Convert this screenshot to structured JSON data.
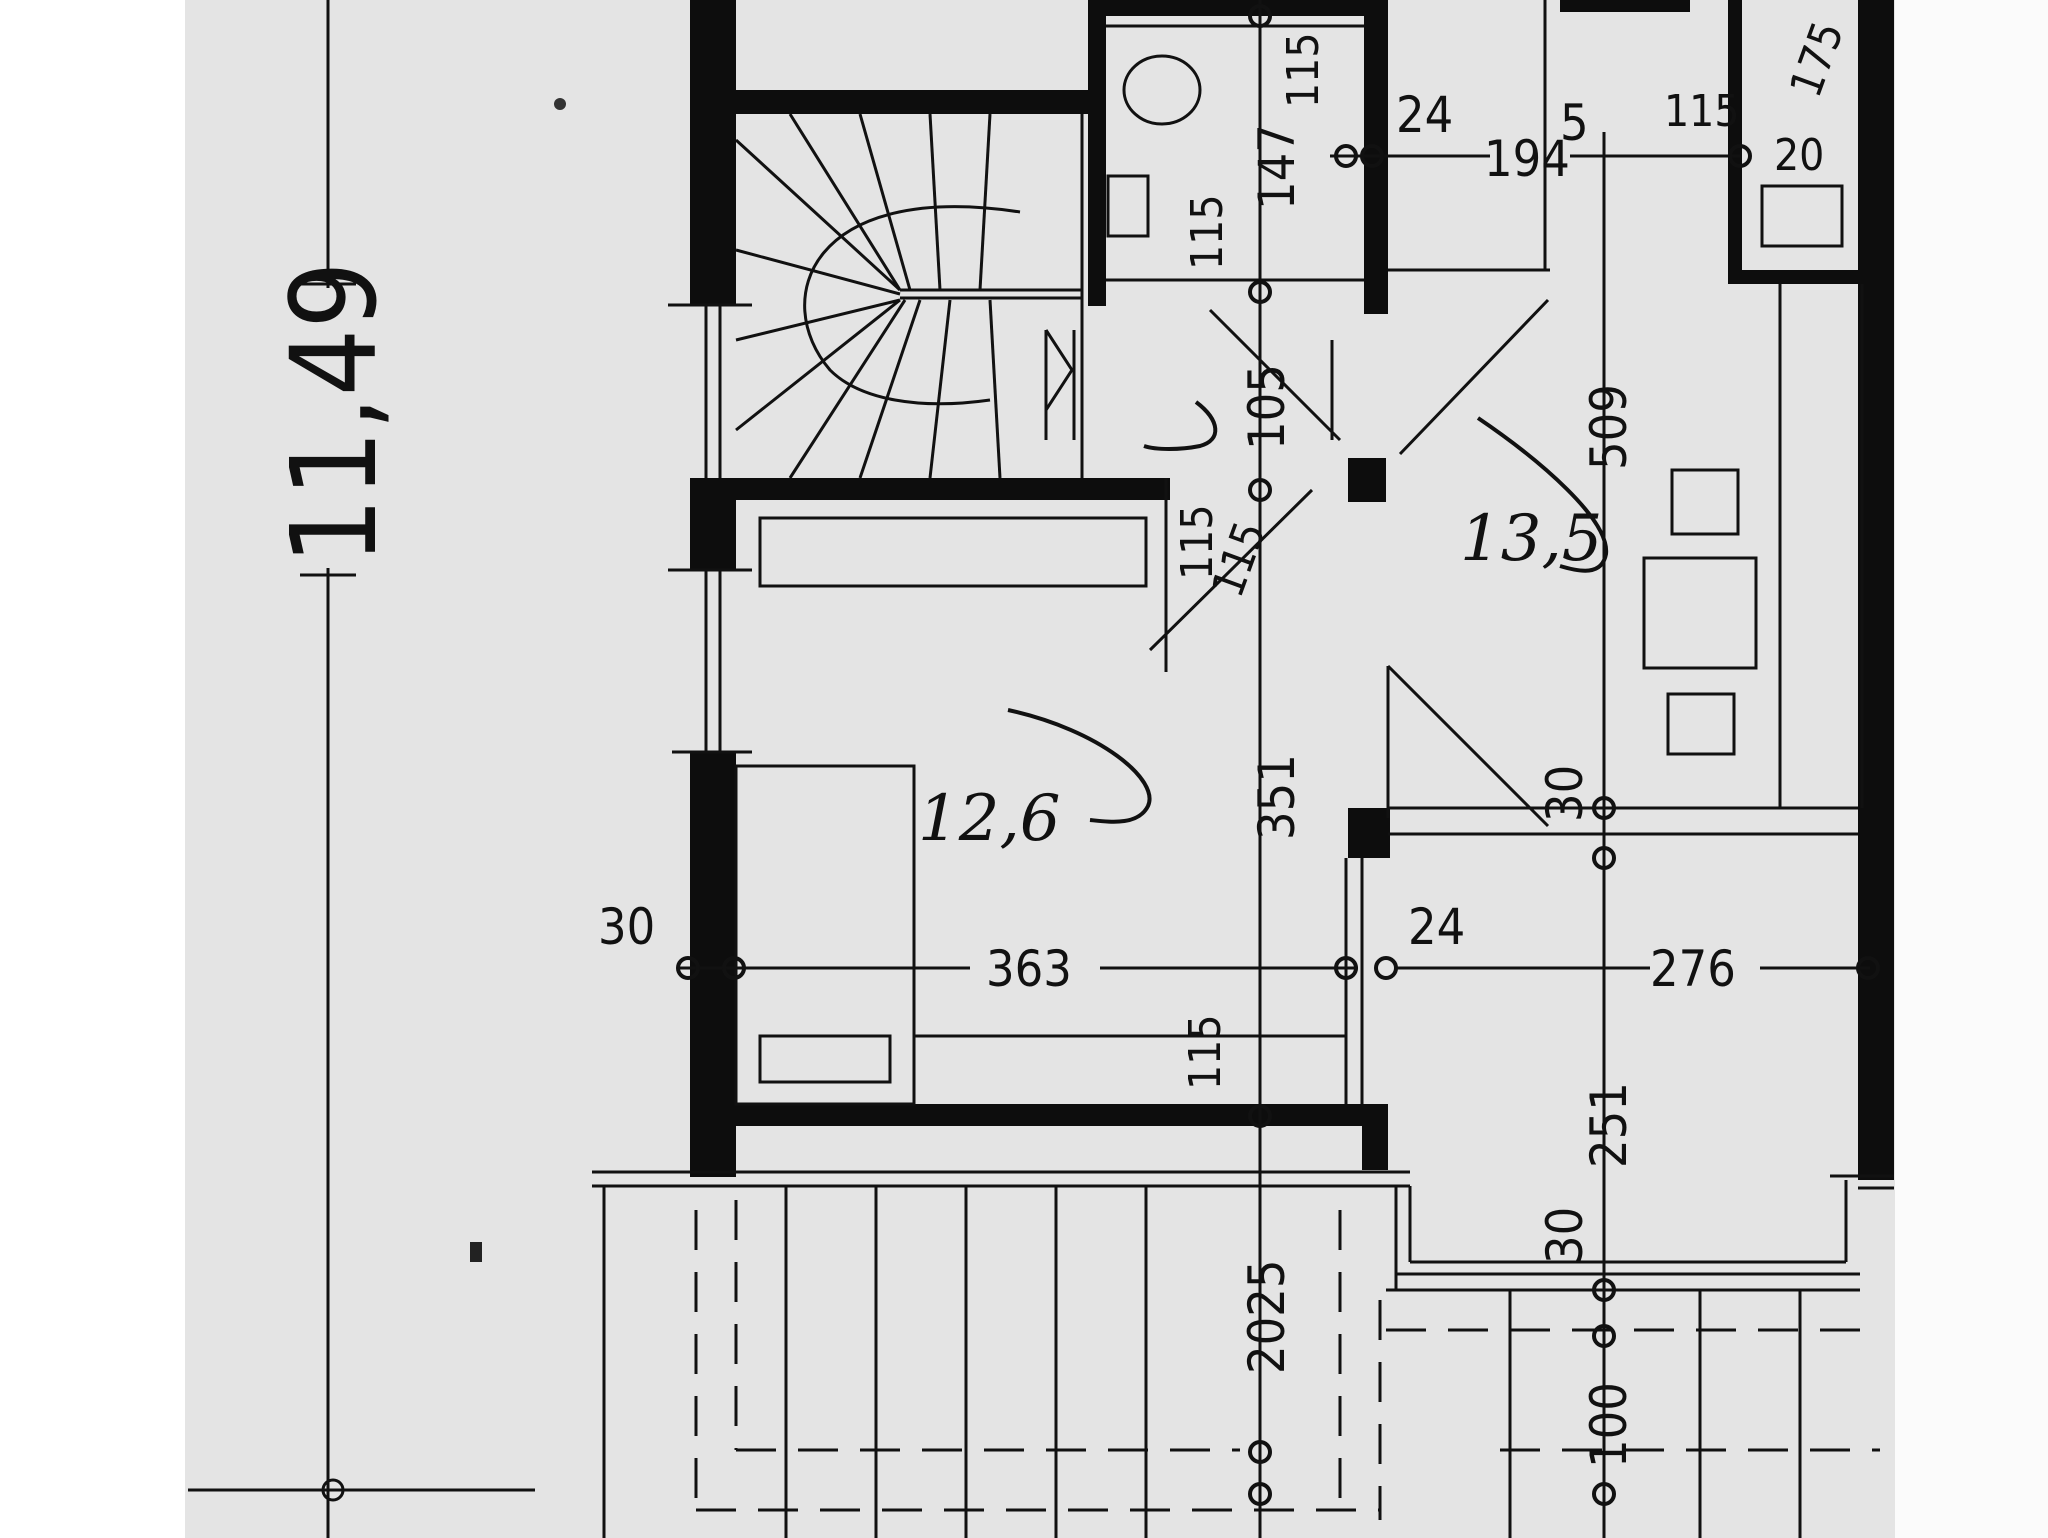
{
  "plan": {
    "overall_height": "11,49",
    "rooms": {
      "room_upper": "13,5",
      "room_lower": "12,6"
    },
    "dimensions": {
      "d194": "194",
      "d5": "5",
      "d24_top": "24",
      "d115_top": "115",
      "d147": "147",
      "d115_wc": "115",
      "d115_r": "115",
      "d175": "175",
      "d20": "20",
      "d105": "105",
      "d509": "509",
      "d115_mid_a": "115",
      "d115_mid_b": "115",
      "d351": "351",
      "d30_right": "30",
      "d30_left": "30",
      "d363": "363",
      "d24_mid": "24",
      "d276": "276",
      "d115_low": "115",
      "d251": "251",
      "d30_low": "30",
      "d2025": "2025",
      "d100": "100"
    }
  }
}
